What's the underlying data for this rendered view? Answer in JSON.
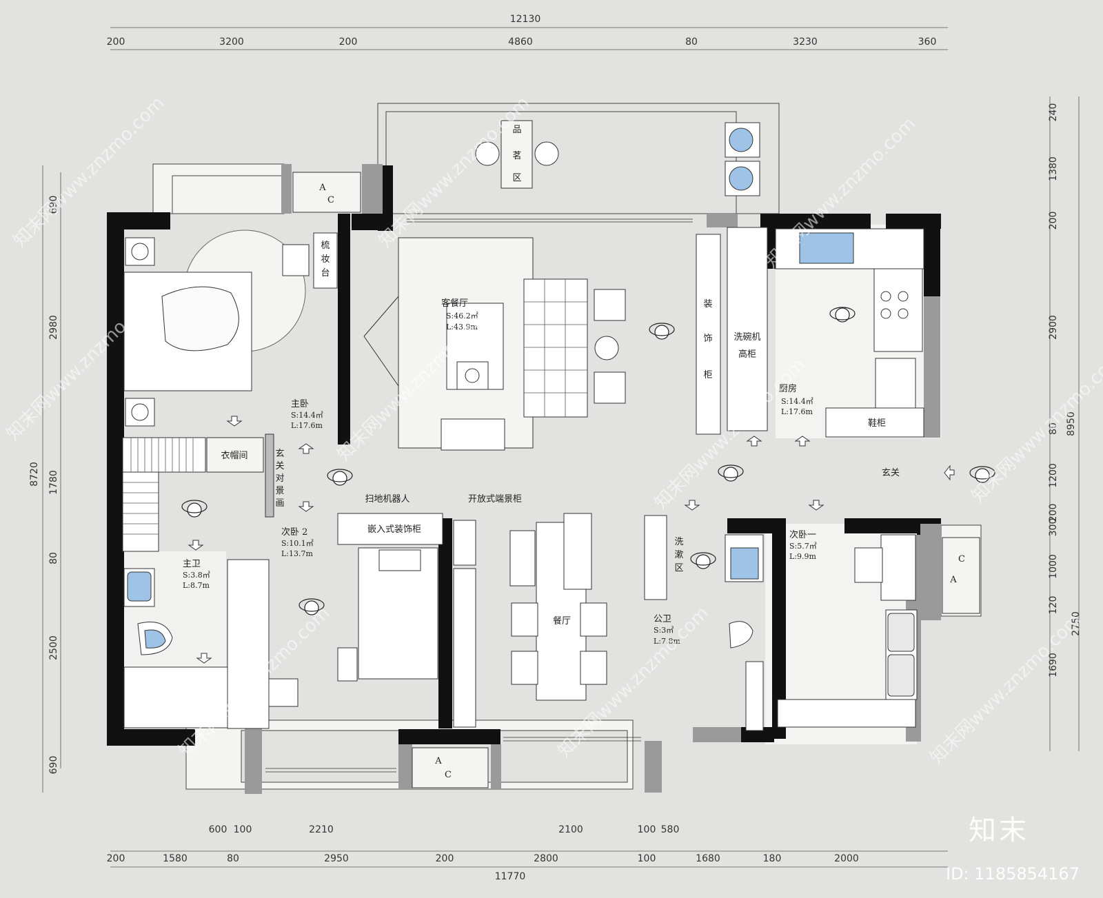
{
  "dimensions": {
    "top_total": "12130",
    "top_segments": [
      "200",
      "3200",
      "200",
      "4860",
      "80",
      "3230",
      "360"
    ],
    "bottom_total": "11770",
    "bottom_row1": [
      "600",
      "100",
      "2210",
      "2100",
      "100",
      "580"
    ],
    "bottom_row2": [
      "200",
      "1580",
      "80",
      "2950",
      "200",
      "2800",
      "100",
      "1680",
      "180",
      "2000"
    ],
    "left_total": "8720",
    "left_segments": [
      "690",
      "2980",
      "1780",
      "80",
      "2500",
      "690"
    ],
    "right_total": "8950",
    "right_segments": [
      "240",
      "1380",
      "200",
      "2900",
      "80",
      "1200",
      "200",
      "300",
      "1000",
      "120",
      "2750",
      "1690"
    ]
  },
  "rooms": {
    "living": {
      "name": "客餐厅",
      "area": "S:46.2㎡",
      "perimeter": "L:43.9m"
    },
    "master": {
      "name": "主卧",
      "area": "S:14.4㎡",
      "perimeter": "L:17.6m"
    },
    "kitchen": {
      "name": "厨房",
      "area": "S:14.4㎡",
      "perimeter": "L:17.6m"
    },
    "bed2": {
      "name": "次卧 2",
      "area": "S:10.1㎡",
      "perimeter": "L:13.7m"
    },
    "bed1": {
      "name": "次卧一",
      "area": "S:5.7㎡",
      "perimeter": "L:9.9m"
    },
    "master_bath": {
      "name": "主卫",
      "area": "S:3.8㎡",
      "perimeter": "L:8.7m"
    },
    "public_bath": {
      "name": "公卫",
      "area": "S:3㎡",
      "perimeter": "L:7.8m"
    }
  },
  "labels": {
    "tea": [
      "品",
      "茗",
      "区"
    ],
    "dresser": [
      "梳",
      "妆",
      "台"
    ],
    "deco_cab": [
      "装",
      "饰",
      "柜"
    ],
    "dishwasher": [
      "洗碗机",
      "高柜"
    ],
    "cloak": "衣帽间",
    "entry_screen": [
      "玄",
      "关",
      "对",
      "景",
      "画"
    ],
    "robot": "扫地机器人",
    "open_cab": "开放式端景柜",
    "embed_cab": "嵌入式装饰柜",
    "dining": "餐厅",
    "wash": [
      "洗",
      "漱",
      "区"
    ],
    "foyer": "玄关",
    "shoe": "鞋柜",
    "ac1": [
      "A",
      "C"
    ],
    "ac2": [
      "C",
      "A"
    ],
    "ac3": [
      "A",
      "C"
    ]
  },
  "branding": {
    "logo": "知末",
    "id": "ID: 1185854167",
    "watermark": "知末网www.znzmo.com"
  },
  "colors": {
    "wall": "#111111",
    "wall_gray": "#9a9a9a",
    "floor": "#e2e2e0",
    "water_blue": "#9ec3e6"
  }
}
